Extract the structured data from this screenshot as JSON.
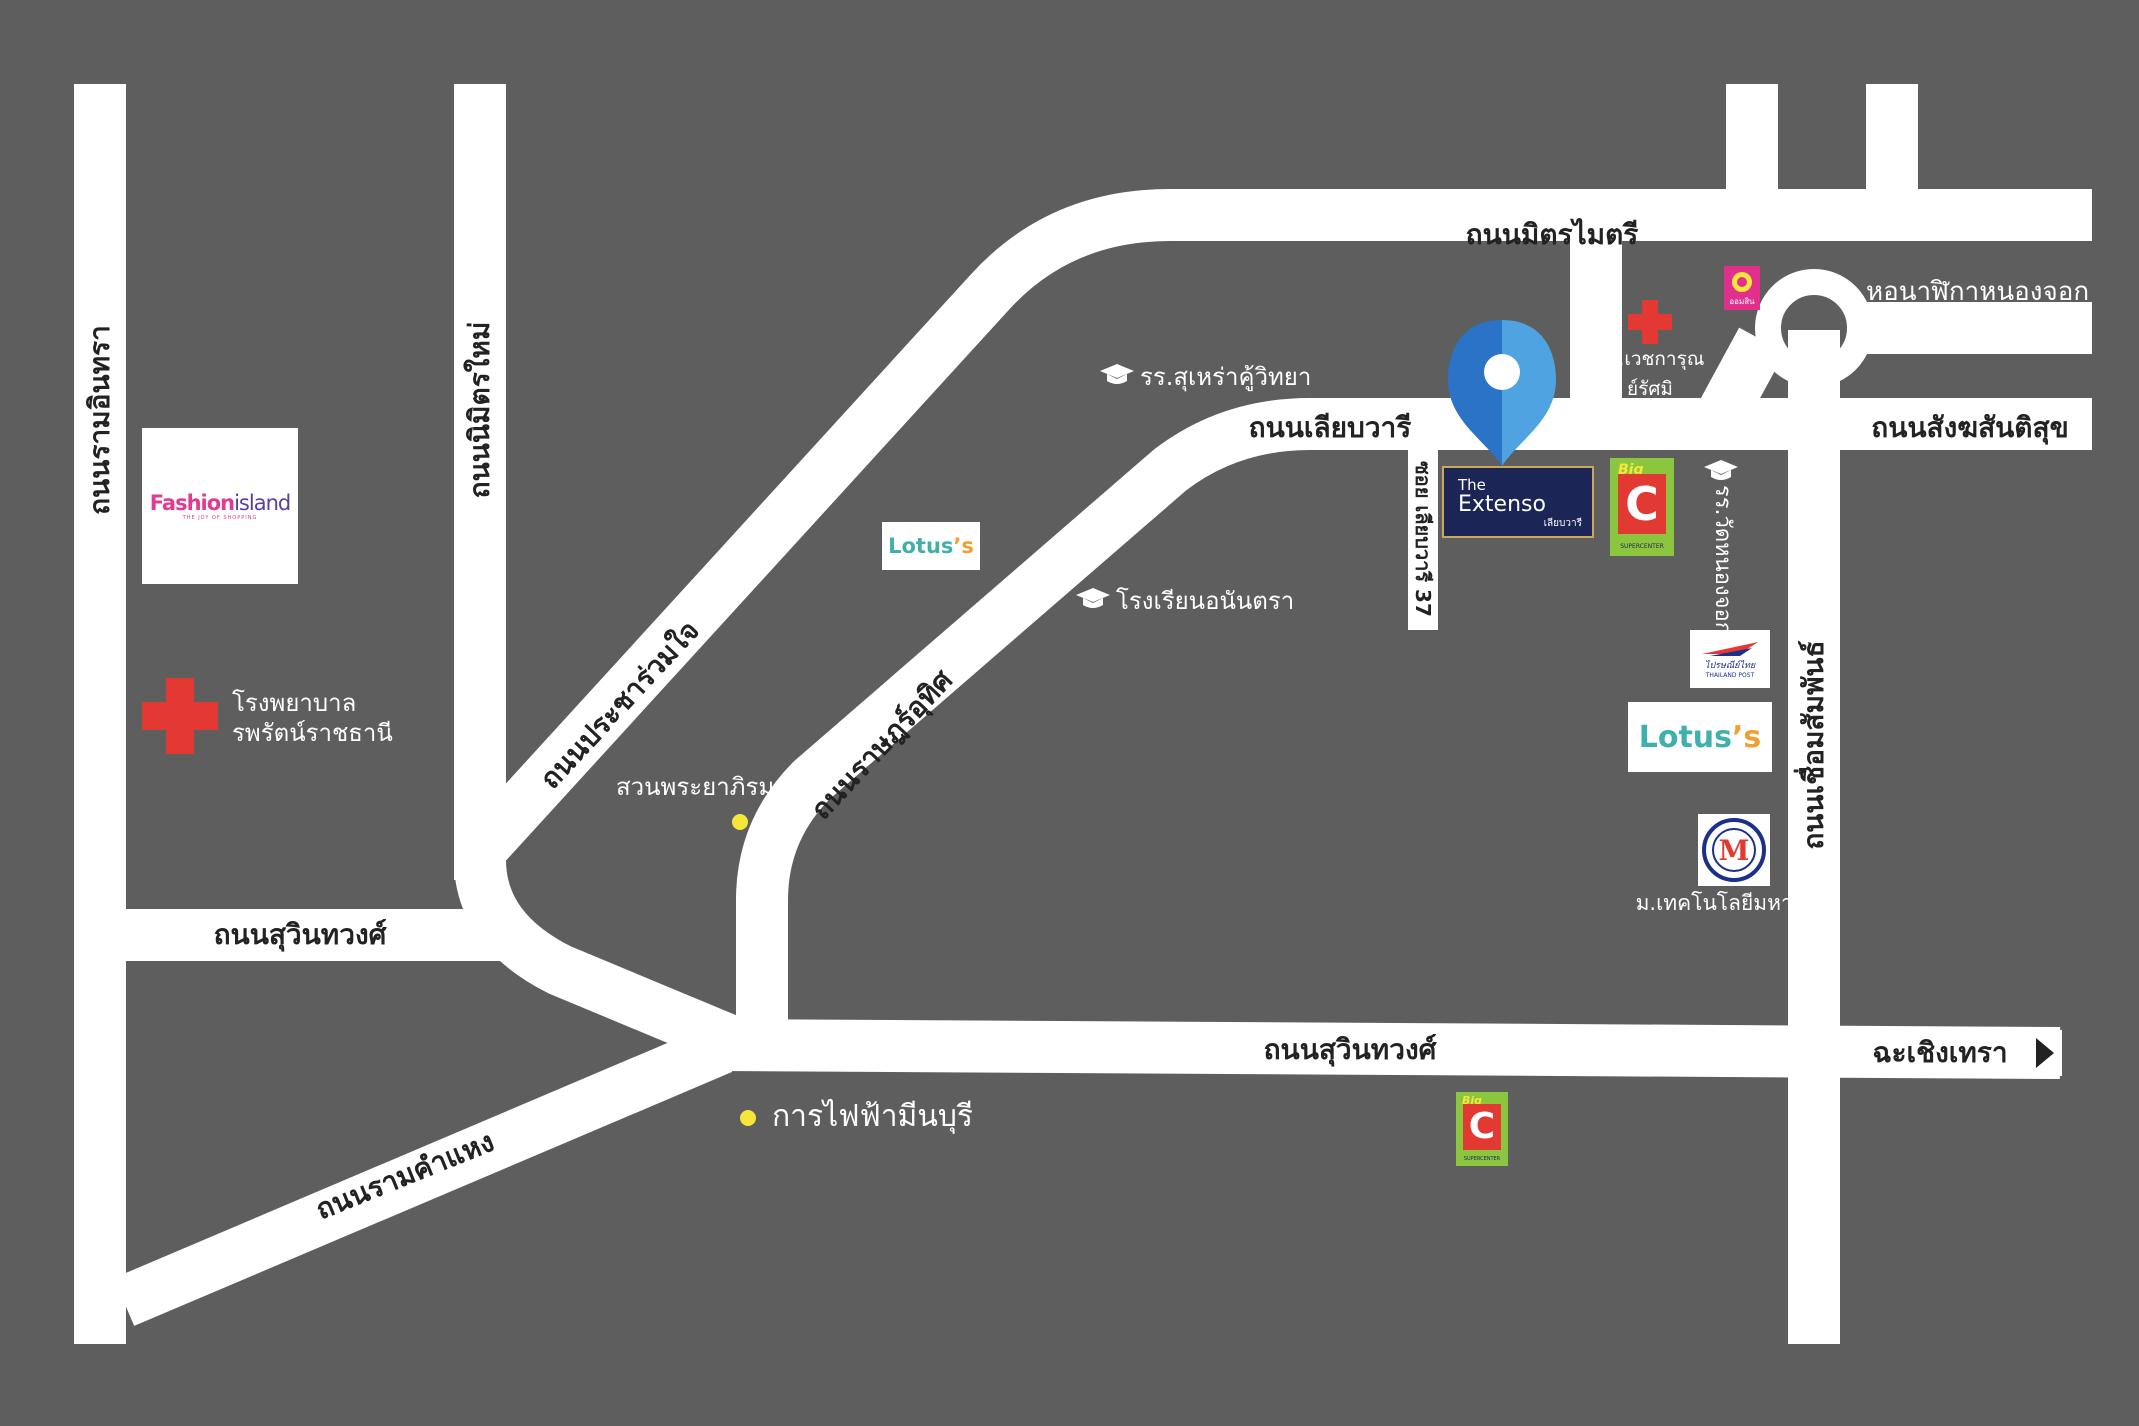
{
  "colors": {
    "background": "#5e5e5e",
    "road": "#ffffff",
    "road_label": "#222222",
    "pin_left": "#2a73c6",
    "pin_right": "#4fa3e0",
    "hospital": "#e23a33",
    "landmark_dot": "#f7e63a",
    "extenso_bg": "#1b2556",
    "bigc_green": "#8cc63f",
    "bigc_red": "#e23a33",
    "lotus_teal": "#3fb0ad"
  },
  "roads": {
    "ram_inthra": "ถนนรามอินทรา",
    "mit_mai": "ถนนนิมิตรใหม่",
    "pracha_ruamjai": "ถนนประชาร่วมใจ",
    "rat_burana_uthit": "ถนนราษฎร์อุทิศ",
    "suwinthawong_left": "ถนนสุวินทวงศ์",
    "suwinthawong_main": "ถนนสุวินทวงศ์",
    "ramkhamhaeng": "ถนนรามคำแหง",
    "mit_maitri": "ถนนมิตรไมตรี",
    "liap_wari": "ถนนเลียบวารี",
    "sangkhasantisuk": "ถนนสังฆสันติสุข",
    "chuam_samphan": "ถนนเชื่อมสัมพันธ์",
    "soi_liap_wari_37": "ซอย เลียบวารี 37",
    "to_chachoengsao": "ฉะเชิงเทรา"
  },
  "pois": {
    "fashion_island": {
      "brand_part1": "Fashion",
      "brand_part2": "island",
      "tagline": "THE JOY OF SHOPPING"
    },
    "hospital_left": {
      "line1": "โรงพยาบาล",
      "line2": "รพรัตน์ราชธานี"
    },
    "suan_phraya": "สวนพระยาภิรมย์",
    "min_buri_electric": "การไฟฟ้ามีนบุรี",
    "school_suhra": "รร.สุเหร่าคู้วิทยา",
    "school_anantra": "โรงเรียนอนันตรา",
    "lotus_left": {
      "main": "Lotus",
      "suffix": "’s"
    },
    "lotus_right": {
      "main": "Lotus",
      "suffix": "’s"
    },
    "extenso": {
      "line1": "The",
      "line2": "Extenso",
      "sub": "เลียบวารี"
    },
    "bigc_top": {
      "brand": "Big",
      "letter": "C",
      "sub": "SUPERCENTER"
    },
    "bigc_bottom": {
      "brand": "Big",
      "letter": "C",
      "sub": "SUPERCENTER"
    },
    "school_wat_nong_chok": "รร.วัดหนองจอก",
    "thailand_post": {
      "line1": "ไปรษณีย์ไทย",
      "line2": "THAILAND POST"
    },
    "mahanakorn_uni": "ม.เทคโนโลยีมหานคร",
    "hospital_right": {
      "line1": "รพ.เวชการุณ",
      "line2": "ย์รัศมิ"
    },
    "gsb_bank": "ออมสิน",
    "clock_tower": "หอนาฬิกาหนองจอก"
  }
}
